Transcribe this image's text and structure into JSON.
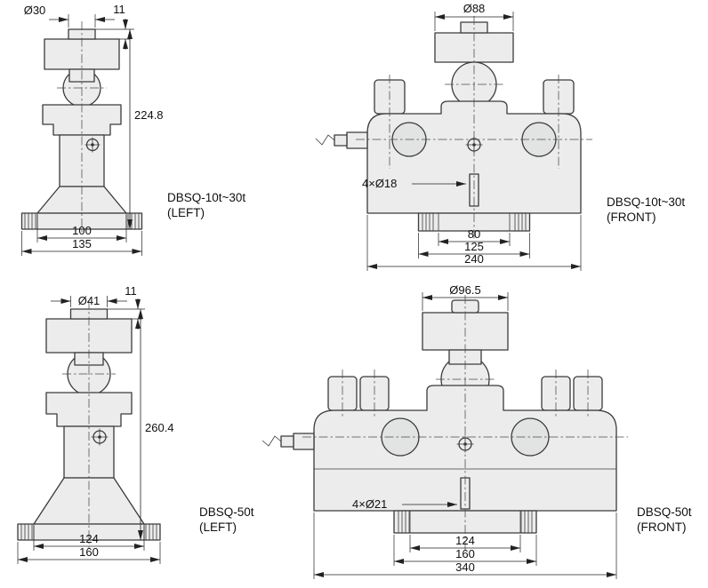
{
  "drawing": {
    "background": "#ffffff",
    "line_color": "#3b3b3b",
    "part_fill": "#ececec",
    "text_color": "#101010"
  },
  "views": {
    "tl": {
      "title": "DBSQ-10t~30t",
      "subtitle": "(LEFT)",
      "dims": {
        "top_diameter": "Ø30",
        "cap_height": "11",
        "total_height": "224.8",
        "base_inner": "100",
        "base_outer": "135"
      }
    },
    "tr": {
      "title": "DBSQ-10t~30t",
      "subtitle": "(FRONT)",
      "dims": {
        "top_diameter": "Ø88",
        "holes": "4×Ø18",
        "width_inner": "80",
        "width_mid": "125",
        "width_outer": "240"
      }
    },
    "bl": {
      "title": "DBSQ-50t",
      "subtitle": "(LEFT)",
      "dims": {
        "top_diameter": "Ø41",
        "cap_height": "11",
        "total_height": "260.4",
        "base_inner": "124",
        "base_outer": "160"
      }
    },
    "br": {
      "title": "DBSQ-50t",
      "subtitle": "(FRONT)",
      "dims": {
        "top_diameter": "Ø96.5",
        "holes": "4×Ø21",
        "width_inner": "124",
        "width_mid": "160",
        "width_outer": "340"
      }
    }
  }
}
